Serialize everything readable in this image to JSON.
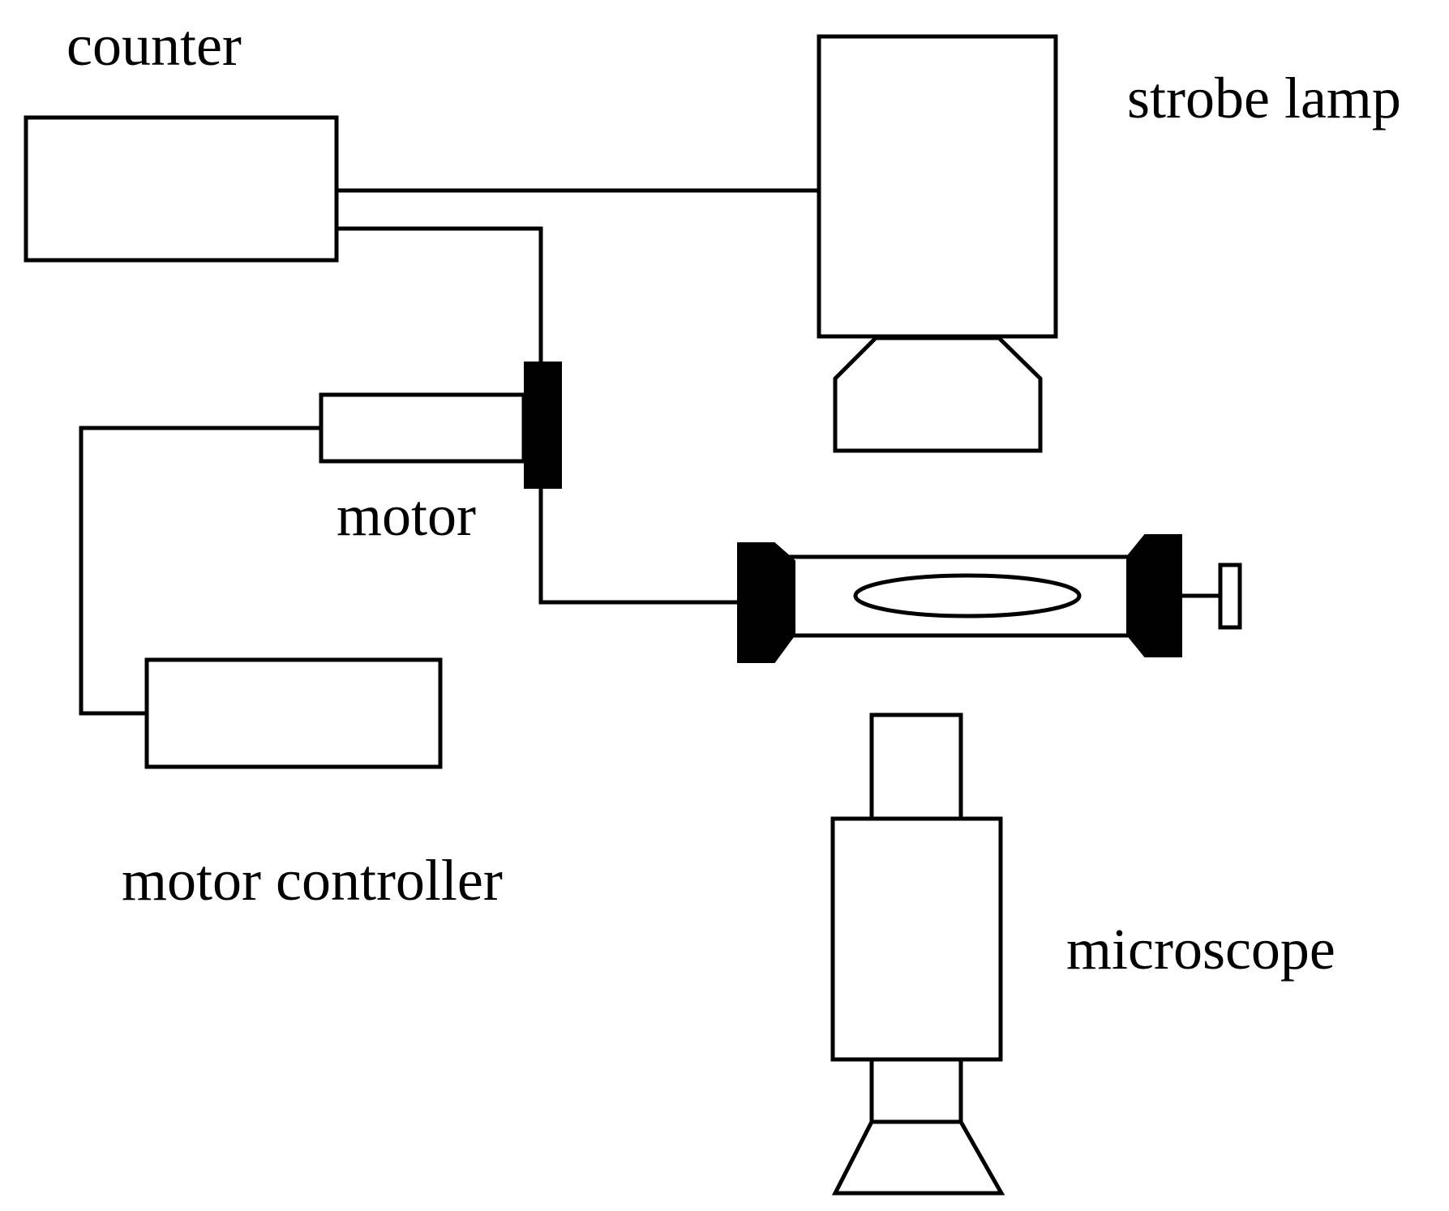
{
  "labels": {
    "counter": "counter",
    "strobe_lamp": "strobe lamp",
    "motor": "motor",
    "motor_controller": "motor controller",
    "microscope": "microscope"
  },
  "colors": {
    "stroke": "#000000",
    "fill": "#ffffff",
    "solid": "#000000"
  }
}
